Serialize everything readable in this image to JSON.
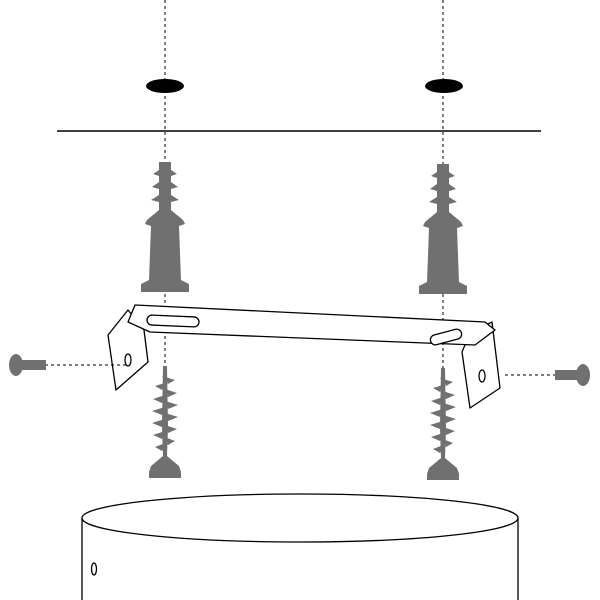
{
  "colors": {
    "background": "#ffffff",
    "line": "#000000",
    "hardware_gray": "#707070",
    "bracket_fill": "#ffffff"
  },
  "parts": [
    "wall-holes",
    "wall-line",
    "wall-anchors",
    "mounting-bracket",
    "wood-screws",
    "side-screws",
    "cylindrical-fixture-body"
  ]
}
